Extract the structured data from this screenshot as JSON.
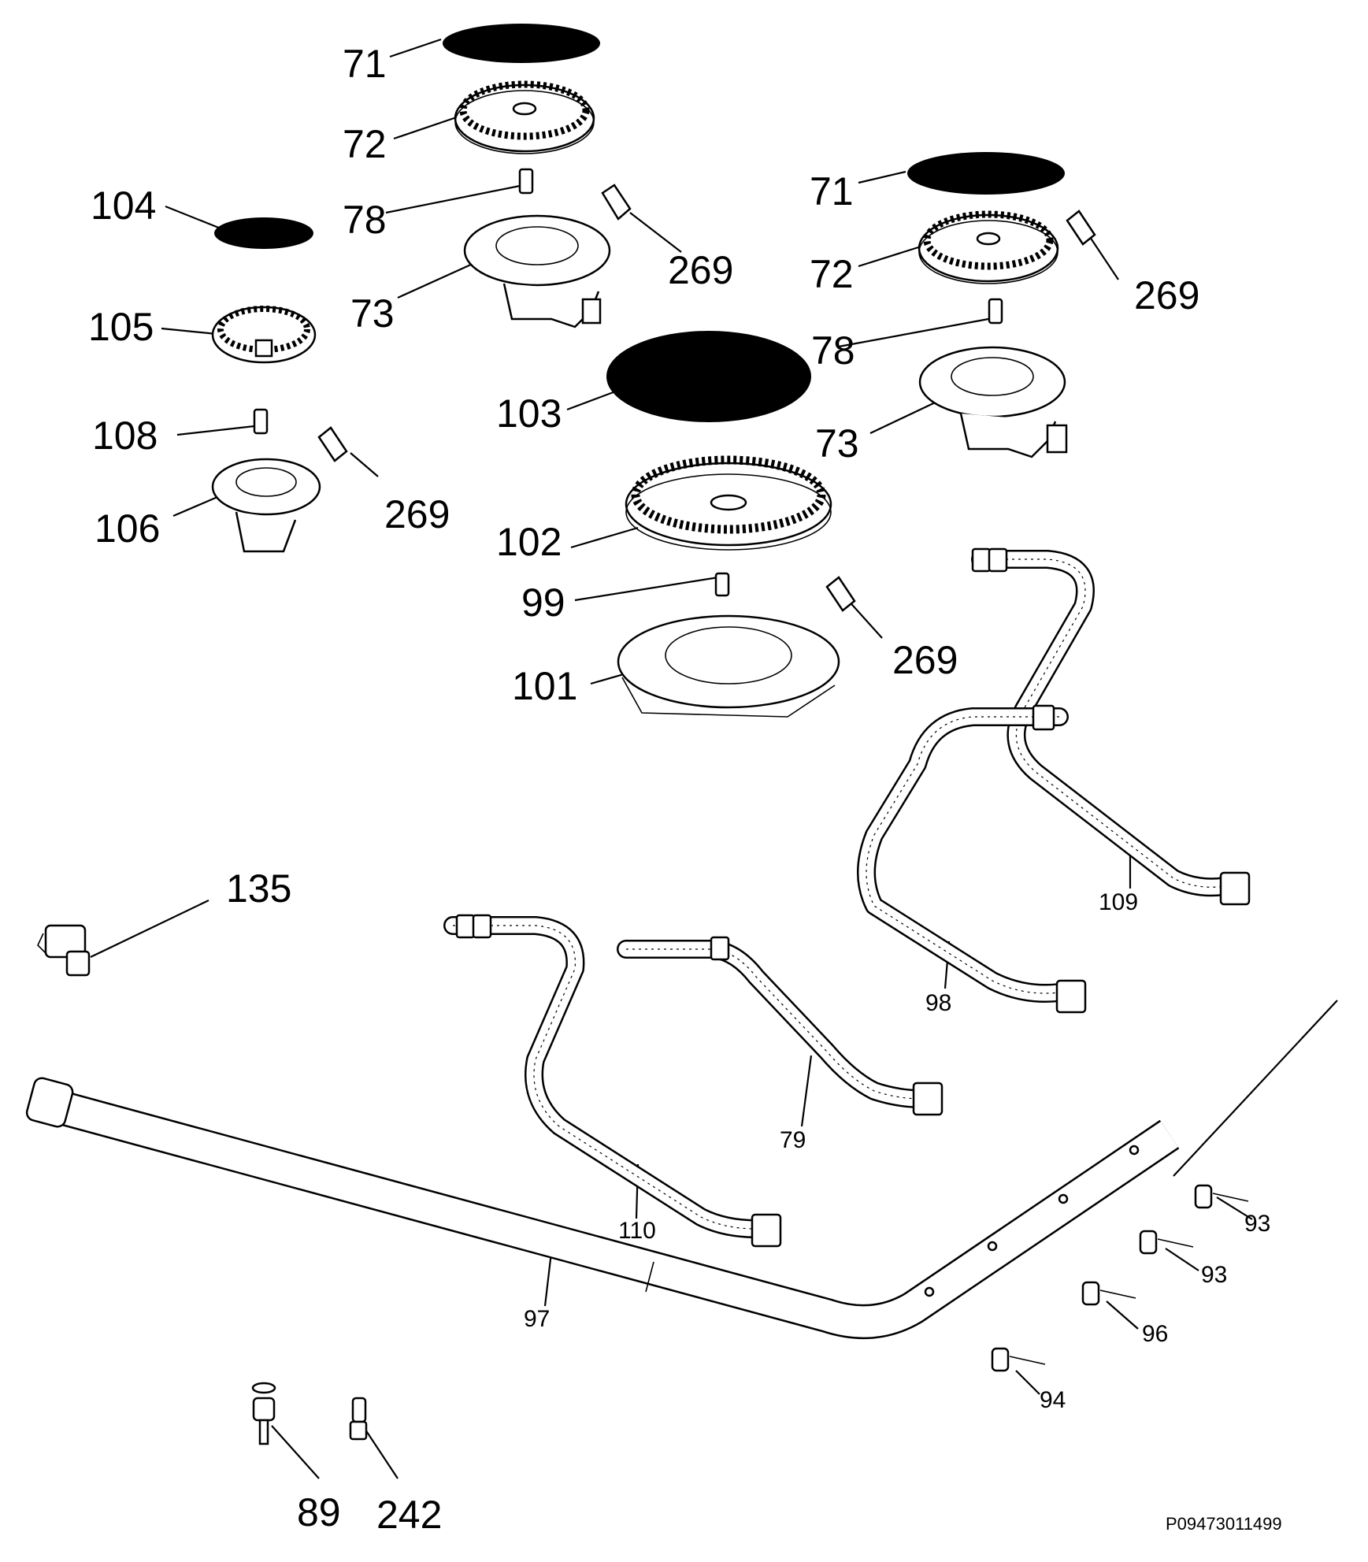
{
  "diagram": {
    "reference_code": "P09473011499",
    "labels": {
      "l71a": "71",
      "l72a": "72",
      "l78a": "78",
      "l73a": "73",
      "l269a": "269",
      "l71b": "71",
      "l72b": "72",
      "l269b": "269",
      "l78b": "78",
      "l73b": "73",
      "l104": "104",
      "l105": "105",
      "l108": "108",
      "l106": "106",
      "l269c": "269",
      "l103": "103",
      "l102": "102",
      "l99": "99",
      "l101": "101",
      "l269d": "269",
      "l135": "135",
      "l109": "109",
      "l98": "98",
      "l79": "79",
      "l110": "110",
      "l97": "97",
      "l93a": "93",
      "l93b": "93",
      "l96": "96",
      "l94": "94",
      "l89": "89",
      "l242": "242"
    }
  }
}
